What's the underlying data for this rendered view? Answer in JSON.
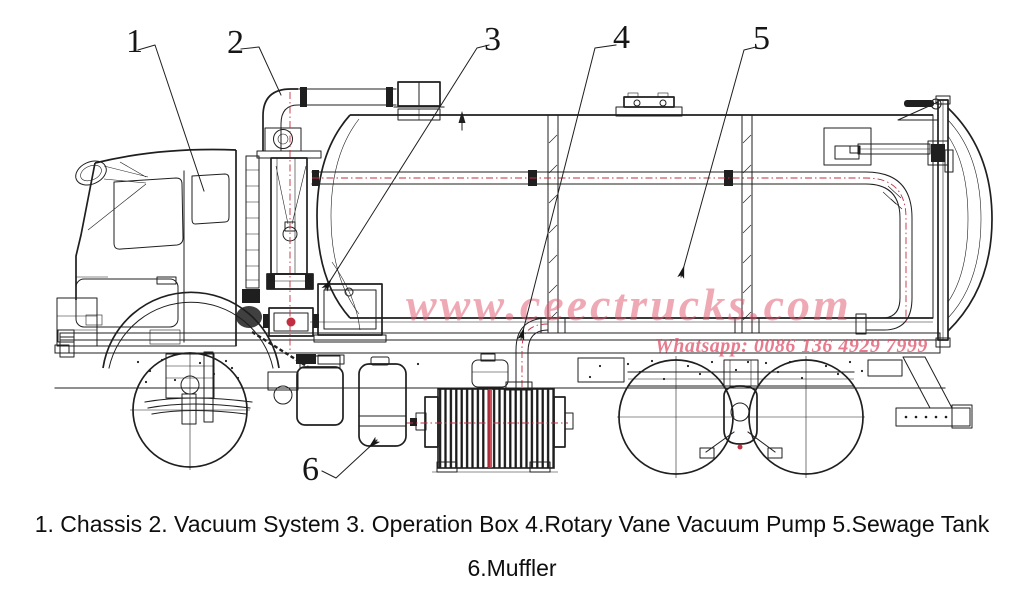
{
  "watermark": {
    "site": "www.ceectrucks.com",
    "whatsapp": "Whatsapp: 0086 136 4929 7999",
    "color": "#e0566e"
  },
  "callouts": {
    "c1": "1",
    "c2": "2",
    "c3": "3",
    "c4": "4",
    "c5": "5",
    "c6": "6"
  },
  "legend": {
    "line1": "1. Chassis 2. Vacuum System 3. Operation Box 4.Rotary Vane Vacuum Pump 5.Sewage Tank",
    "line2": "6.Muffler"
  },
  "colors": {
    "line": "#1f1f1f",
    "accent_red": "#c03040",
    "background": "#ffffff"
  }
}
